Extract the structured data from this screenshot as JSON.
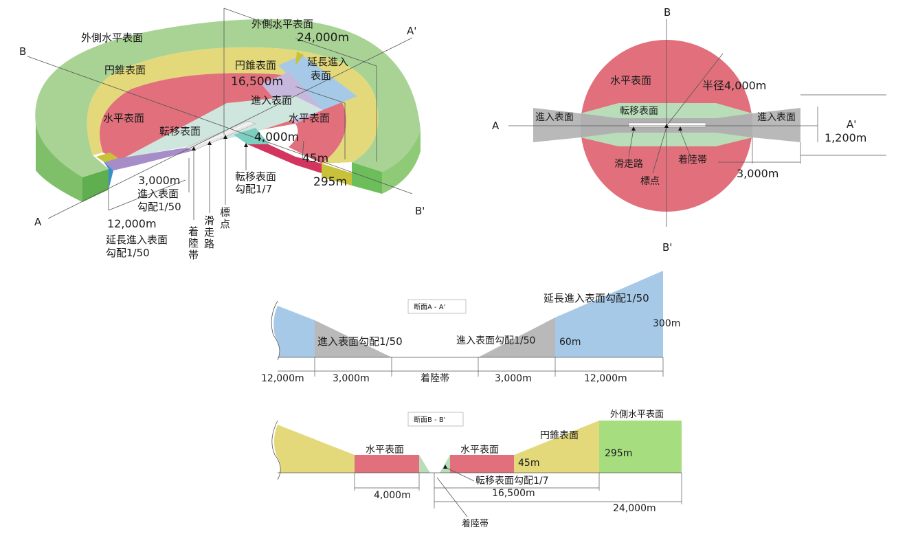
{
  "persp": {
    "outer_horizontal": "外側水平表面",
    "outer_horizontal_top": "外側水平表面",
    "radius_24000": "24,000m",
    "conical": "円錐表面",
    "conical_top": "円錐表面",
    "radius_16500": "16,500m",
    "extended_approach": [
      "延長進入",
      "表面"
    ],
    "approach": "進入表面",
    "horizontal_left": "水平表面",
    "horizontal_right": "水平表面",
    "transitional": "転移表面",
    "radius_4000": "4,000m",
    "h45": "45m",
    "h295": "295m",
    "len_3000": "3,000m",
    "approach_slope": [
      "進入表面",
      "勾配1/50"
    ],
    "len_12000": "12,000m",
    "ext_slope": [
      "延長進入表面",
      "勾配1/50"
    ],
    "landing_strip_v": [
      "着",
      "陸",
      "帯"
    ],
    "runway_v": [
      "滑",
      "走",
      "路"
    ],
    "marker_v": [
      "標",
      "点"
    ],
    "transitional_slope": [
      "転移表面",
      "勾配1/7"
    ],
    "pt_A": "A",
    "pt_B": "B",
    "pt_A2": "A'",
    "pt_B2": "B'"
  },
  "plan": {
    "pt_B": "B",
    "pt_A": "A",
    "pt_A2": "A'",
    "pt_B2": "B'",
    "horizontal": "水平表面",
    "radius": "半径4,000m",
    "approach_left": "進入表面",
    "approach_right": "進入表面",
    "transitional": "転移表面",
    "width_1200": "1,200m",
    "runway": "滑走路",
    "landing_strip": "着陸帯",
    "marker": "標点",
    "len_3000": "3,000m"
  },
  "sectionA": {
    "title": "断面A - A'",
    "ext_slope": "延長進入表面勾配1/50",
    "h300": "300m",
    "approach_slope_left": "進入表面勾配1/50",
    "approach_slope_right": "進入表面勾配1/50",
    "h60": "60m",
    "dims": [
      "12,000m",
      "3,000m",
      "着陸帯",
      "3,000m",
      "12,000m"
    ]
  },
  "sectionB": {
    "title": "断面B - B'",
    "outer_horizontal": "外側水平表面",
    "conical": "円錐表面",
    "horizontal_left": "水平表面",
    "horizontal_right": "水平表面",
    "h45": "45m",
    "h295": "295m",
    "trans_slope": "転移表面勾配1/7",
    "d4000": "4,000m",
    "d16500": "16,500m",
    "d24000": "24,000m",
    "landing_strip": "着陸帯"
  },
  "colors": {
    "outer_green": "#a9d394",
    "conical_yellow": "#e4d97a",
    "horizontal_red": "#e1707c",
    "approach_blue": "#a6c9e8",
    "approach_gray": "#b9b9b9",
    "transitional_green": "#b9dcb9",
    "section_green": "#a6de7f"
  }
}
